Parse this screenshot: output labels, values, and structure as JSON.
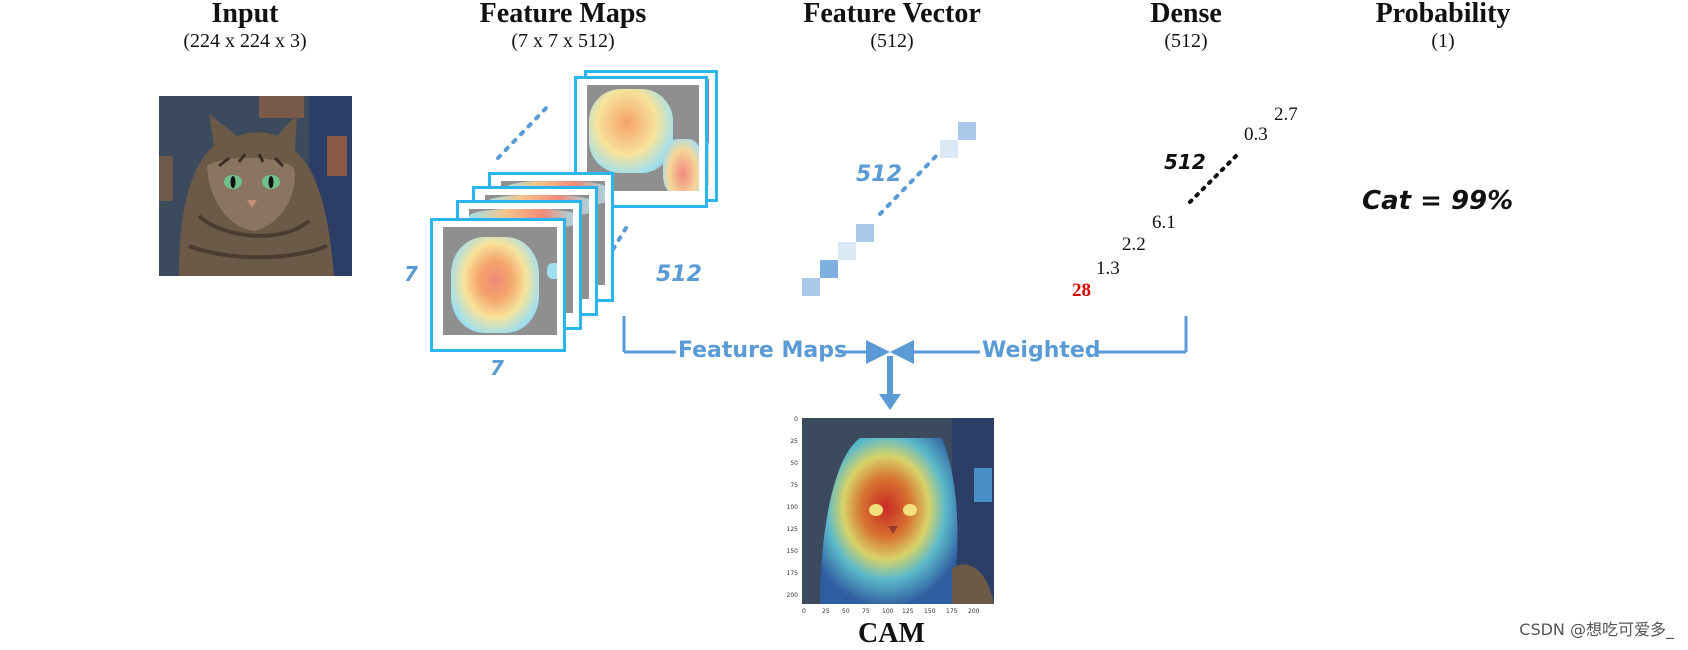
{
  "columns": [
    {
      "title": "Input",
      "subtitle": "(224 x 224 x 3)"
    },
    {
      "title": "Feature Maps",
      "subtitle": "(7 x 7 x 512)"
    },
    {
      "title": "Feature Vector",
      "subtitle": "(512)"
    },
    {
      "title": "Dense",
      "subtitle": "(512)"
    },
    {
      "title": "Probability",
      "subtitle": "(1)"
    }
  ],
  "feature_maps": {
    "height_label": "7",
    "width_label": "7",
    "depth_label": "512"
  },
  "feature_vector": {
    "count_label": "512"
  },
  "dense": {
    "count_label": "512",
    "weights": [
      "28",
      "1.3",
      "2.2",
      "6.1",
      "0.3",
      "2.7"
    ]
  },
  "probability": {
    "result": "Cat = 99%"
  },
  "combine": {
    "left_label": "Feature Maps",
    "right_label": "Weighted"
  },
  "output": {
    "label": "CAM"
  },
  "cam_axes": {
    "x_ticks": [
      "0",
      "25",
      "50",
      "75",
      "100",
      "125",
      "150",
      "175",
      "200"
    ],
    "y_ticks": [
      "0",
      "25",
      "50",
      "75",
      "100",
      "125",
      "150",
      "175",
      "200"
    ]
  },
  "watermark": "CSDN @想吃可爱多_",
  "colors": {
    "accent": "#5b9bd5",
    "frame": "#2bb5ef",
    "highlight": "#e00000"
  }
}
